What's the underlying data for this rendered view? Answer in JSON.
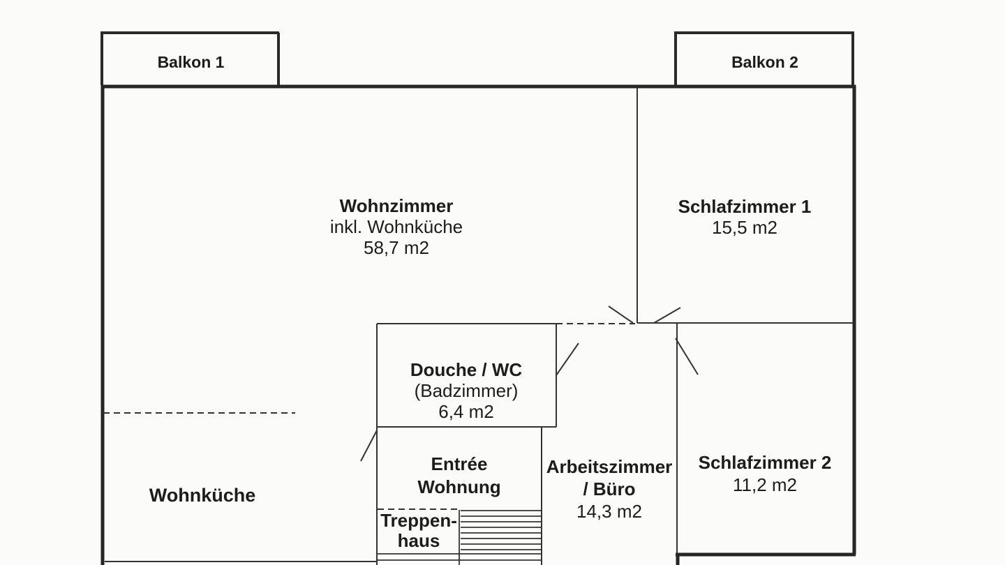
{
  "document_type": "apartment-floor-plan",
  "colors": {
    "background": "#fbfbfa",
    "wall": "#2a2a2a",
    "interior_wall": "#333333",
    "text": "#1c1c1c"
  },
  "rooms": {
    "balkon1": {
      "name": "Balkon 1"
    },
    "balkon2": {
      "name": "Balkon 2"
    },
    "wohnzimmer": {
      "name": "Wohnzimmer",
      "subtitle": "inkl. Wohnküche",
      "area": "58,7 m2"
    },
    "schlafzimmer1": {
      "name": "Schlafzimmer 1",
      "area": "15,5 m2"
    },
    "douche_wc": {
      "name": "Douche / WC",
      "subtitle": "(Badzimmer)",
      "area": "6,4 m2"
    },
    "entree": {
      "name_line1": "Entrée",
      "name_line2": "Wohnung"
    },
    "treppenhaus": {
      "name_line1": "Treppen-",
      "name_line2": "haus"
    },
    "arbeitszimmer": {
      "name_line1": "Arbeitszimmer",
      "name_line2": "/ Büro",
      "area": "14,3 m2"
    },
    "schlafzimmer2": {
      "name": "Schlafzimmer 2",
      "area": "11,2 m2"
    },
    "wohnkueche": {
      "name": "Wohnküche"
    }
  }
}
